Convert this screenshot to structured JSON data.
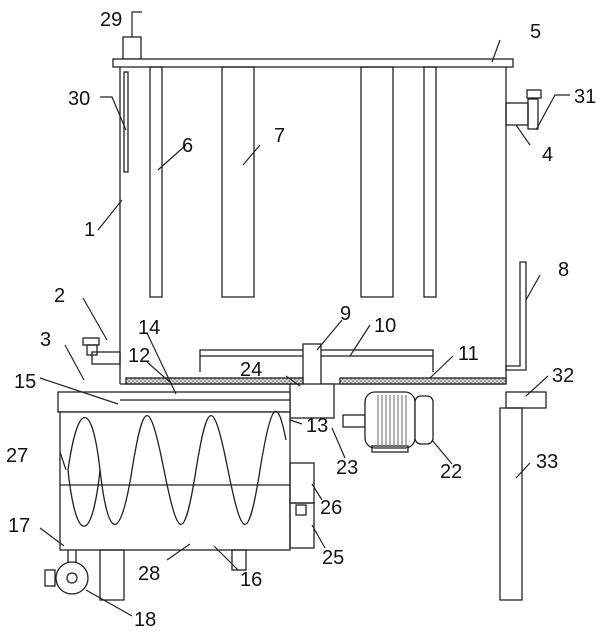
{
  "labels": {
    "l1": "1",
    "l2": "2",
    "l3": "3",
    "l4": "4",
    "l5": "5",
    "l6": "6",
    "l7": "7",
    "l8": "8",
    "l9": "9",
    "l10": "10",
    "l11": "11",
    "l12": "12",
    "l13": "13",
    "l14": "14",
    "l15": "15",
    "l16": "16",
    "l17": "17",
    "l18": "18",
    "l22": "22",
    "l23": "23",
    "l24": "24",
    "l25": "25",
    "l26": "26",
    "l27": "27",
    "l28": "28",
    "l29": "29",
    "l30": "30",
    "l31": "31",
    "l32": "32",
    "l33": "33"
  },
  "colors": {
    "stroke": "#222222",
    "filter": "#9a9a9a"
  }
}
